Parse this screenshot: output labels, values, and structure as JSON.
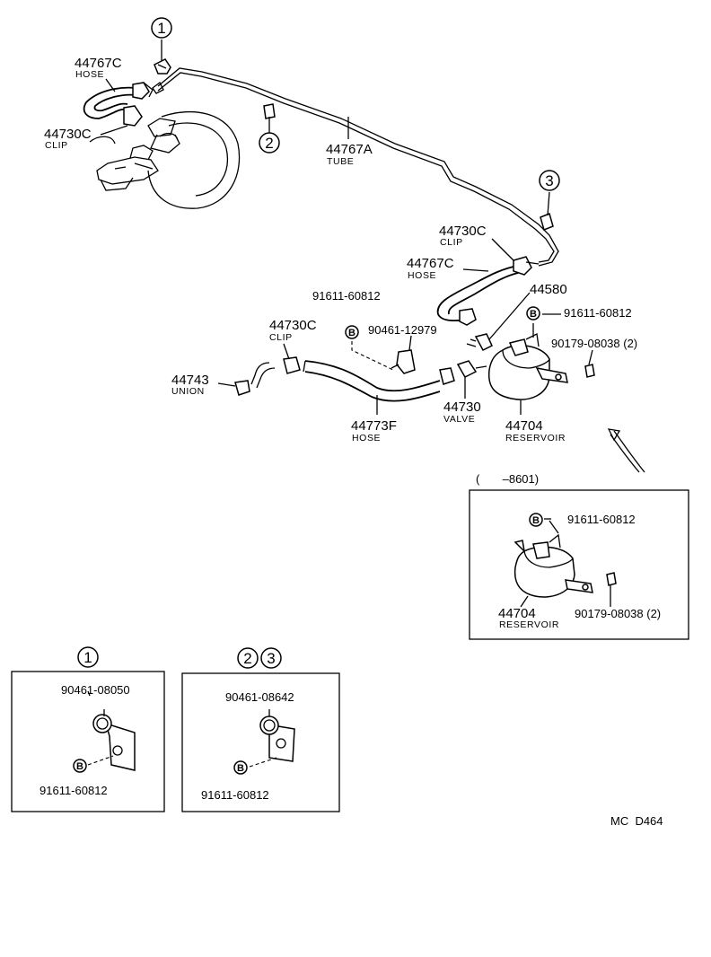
{
  "diagram": {
    "callouts": {
      "c1": "1",
      "c2": "2",
      "c3": "3",
      "inset1": "1",
      "inset2": "2",
      "inset3": "3"
    },
    "parts": {
      "hose_44767C_top": {
        "number": "44767C",
        "name": "HOSE"
      },
      "clip_44730C_top": {
        "number": "44730C",
        "name": "CLIP"
      },
      "tube_44767A": {
        "number": "44767A",
        "name": "TUBE"
      },
      "clip_44730C_right": {
        "number": "44730C",
        "name": "CLIP"
      },
      "hose_44767C_right": {
        "number": "44767C",
        "name": "HOSE"
      },
      "part_44580": {
        "number": "44580"
      },
      "bolt_91611_mid": {
        "number": "91611-60812",
        "mark": "B"
      },
      "bolt_91611_right": {
        "number": "91611-60812",
        "mark": "B"
      },
      "clamp_90461_12979": {
        "number": "90461-12979"
      },
      "clip_44730C_mid": {
        "number": "44730C",
        "name": "CLIP"
      },
      "nut_90179_right": {
        "number": "90179-08038 (2)"
      },
      "union_44743": {
        "number": "44743",
        "name": "UNION"
      },
      "hose_44773F": {
        "number": "44773F",
        "name": "HOSE"
      },
      "valve_44730": {
        "number": "44730",
        "name": "VALVE"
      },
      "reservoir_44704": {
        "number": "44704",
        "name": "RESERVOIR"
      }
    },
    "inset_8601": {
      "range": "(       –8601)",
      "bolt": {
        "number": "91611-60812",
        "mark": "B"
      },
      "reservoir": {
        "number": "44704",
        "name": "RESERVOIR"
      },
      "nut": {
        "number": "90179-08038 (2)"
      }
    },
    "inset_1": {
      "clamp": {
        "number": "90461-08050"
      },
      "bolt": {
        "number": "91611-60812",
        "mark": "B"
      }
    },
    "inset_23": {
      "clamp": {
        "number": "90461-08642"
      },
      "bolt": {
        "number": "91611-60812",
        "mark": "B"
      }
    },
    "code": "MC  D464"
  }
}
